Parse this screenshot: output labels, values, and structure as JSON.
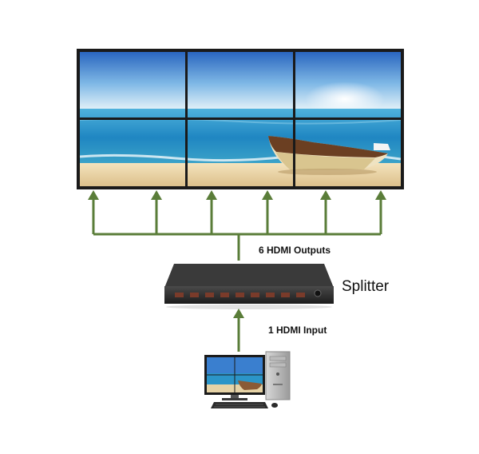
{
  "labels": {
    "outputs": "6 HDMI Outputs",
    "splitter": "Splitter",
    "input": "1 HDMI Input"
  },
  "colors": {
    "arrow": "#5a7d39",
    "bezel": "#1a1a1a",
    "sky_top": "#2f6fc4",
    "sky_horizon": "#d9ecf6",
    "sea": "#1f8fc6",
    "sand": "#e8d2a4",
    "device_body": "#2c2c2c"
  },
  "icons": [
    "video-wall",
    "hdmi-splitter-device",
    "desktop-computer",
    "monitor",
    "tower-case",
    "keyboard",
    "mouse",
    "hdmi-port",
    "boat"
  ]
}
